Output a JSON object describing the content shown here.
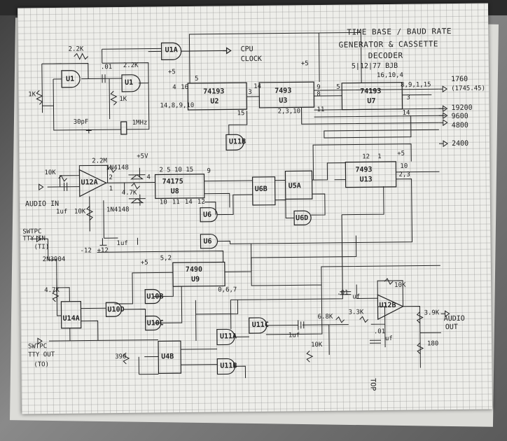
{
  "title": {
    "line1": "TIME BASE / BAUD RATE",
    "line2": "GENERATOR & CASSETTE",
    "line3": "DECODER",
    "date": "5|12|77 BJB"
  },
  "signals": {
    "cpu_clock_1": "CPU",
    "cpu_clock_2": "CLOCK",
    "r1760": "1760",
    "r1760b": "(1745.45)",
    "r19200": "19200",
    "r9600": "9600",
    "r4800": "4800",
    "r2400": "2400",
    "audio_in": "AUDIO IN",
    "audio_out_1": "AUDIO",
    "audio_out_2": "OUT",
    "swtpc_tty_in_1": "SWTPC",
    "swtpc_tty_in_2": "TTY IN",
    "ti": "(TI)",
    "swtpc_tty_out_1": "SWTPC",
    "swtpc_tty_out_2": "TTY OUT",
    "to": "(TO)",
    "top": "TOP"
  },
  "chips": {
    "u1a": "U1A",
    "u1": "U1",
    "u1b": "U1",
    "u2": "U2",
    "u2_part": "74193",
    "u3": "U3",
    "u3_part": "7493",
    "u7": "U7",
    "u7_part": "74193",
    "u8": "U8",
    "u8_part": "74175",
    "u9": "U9",
    "u9_part": "7490",
    "u12a": "U12A",
    "u13": "U13",
    "u13_part": "7493",
    "u11b_top": "U11B",
    "u6b": "U6B",
    "u5a": "U5A",
    "u6d": "U6D",
    "u6": "U6",
    "u6b2": "U6",
    "u14a": "U14A",
    "u10d": "U10D",
    "u10b": "U10B",
    "u10c": "U10C",
    "u11a": "U11A",
    "u11c": "U11C",
    "u4b": "U4B",
    "u11b": "U11B",
    "u12b": "U12B"
  },
  "parts": {
    "r2k2a": "2.2K",
    "c01a": ".01",
    "r2k2b": "2.2K",
    "r1ka": "1K",
    "r1kb": "1K",
    "c30pf": "30pF",
    "xtal": "1MHz",
    "r22m": "2.2M",
    "r10ka": "10K",
    "c1uf": "1uf",
    "r10kb": "10K",
    "r47ka": "4.7K",
    "d1": "1N4148",
    "d2": "1N4148",
    "v5a": "+5V",
    "v5b": "+5",
    "v5c": "+5",
    "v5d": "+5",
    "v5e": "+5",
    "v12a": "-12",
    "v12b": "+12",
    "c1ufb": "1uf",
    "q1": "2N3904",
    "r47kb": "4.7K",
    "r390": "390",
    "r10kc": "10K",
    "c01b": ".01",
    "c1ufc": "uf",
    "c01c": ".01",
    "c1ufd": "uf",
    "r68k": "6.8K",
    "r33k": "3.3K",
    "r10kd": "10K",
    "r39k": "3.9K",
    "r180": "180",
    "c1ufe": "1uf"
  },
  "pins": {
    "u2_pins": "14,8,9,10",
    "u2_p4": "4",
    "u2_p16": "16",
    "u2_p5": "5",
    "u2_p3": "3",
    "u2_p15": "15",
    "u3_pins": "2,3,10",
    "u3_p14": "14",
    "u3_p9": "9",
    "u3_p8": "8",
    "u3_p11": "11",
    "u7_top": "16,10,4",
    "u7_pins": "8,9,1,15",
    "u7_p5": "5",
    "u7_p3": "3",
    "u7_p14": "14",
    "u13_pins": "2,3",
    "u13_p10": "10",
    "u13_p12": "12",
    "u13_p1": "1",
    "u9_pins": "0,6,7",
    "u9_p52": "5,2",
    "u8_top": "2 5 10 15",
    "u8_p9": "9",
    "u8_p4": "4",
    "u8_p10": "10",
    "u8_p11": "11",
    "u8_p14": "14",
    "u8_p12": "12",
    "u12a_p2": "2",
    "u12a_p1": "1"
  }
}
